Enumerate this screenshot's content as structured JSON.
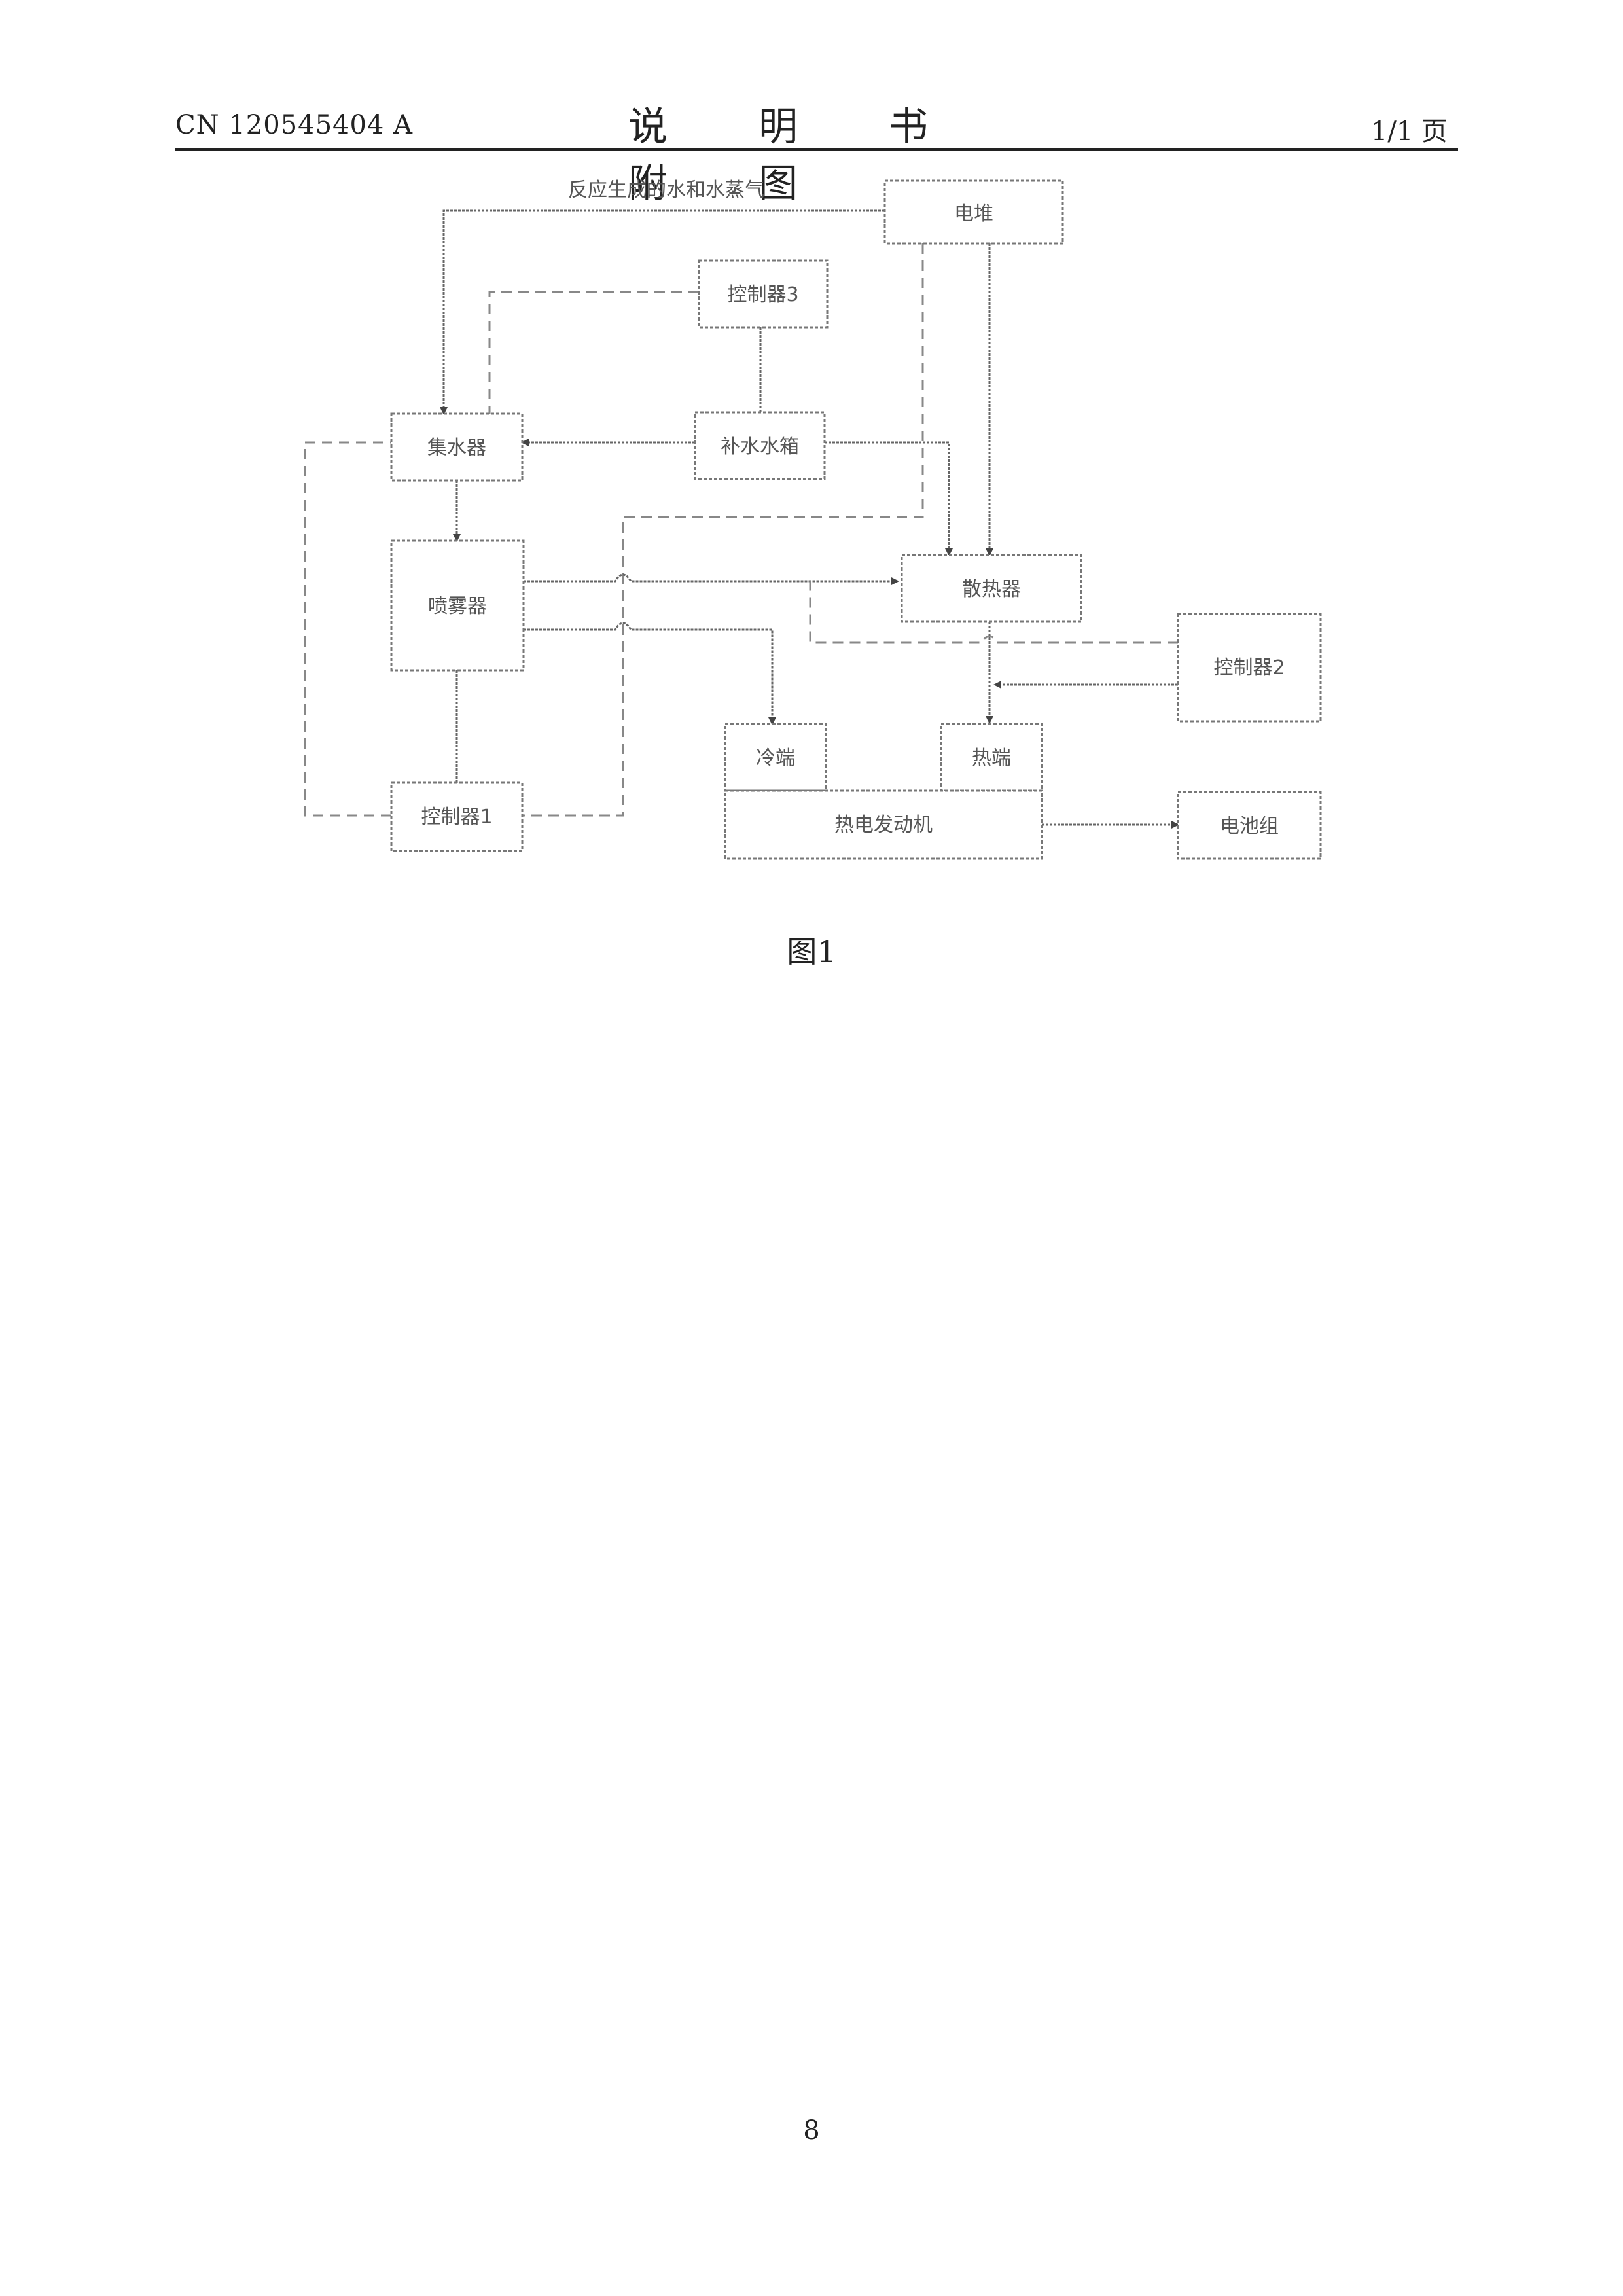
{
  "header": {
    "doc_number": "CN 120545404 A",
    "title": "说 明 书 附 图",
    "page_of": "1/1 页"
  },
  "diagram": {
    "signal_label": "反应生成的水和水蒸气",
    "blocks": {
      "fuel_cell": "电堆",
      "controller3": "控制器3",
      "water_collector": "集水器",
      "makeup_tank": "补水水箱",
      "sprayer": "喷雾器",
      "radiator": "散热器",
      "controller2": "控制器2",
      "cold_end": "冷端",
      "hot_end": "热端",
      "controller1": "控制器1",
      "thermoelectric_generator": "热电发动机",
      "battery_pack": "电池组"
    }
  },
  "caption": "图1",
  "page_number": "8"
}
